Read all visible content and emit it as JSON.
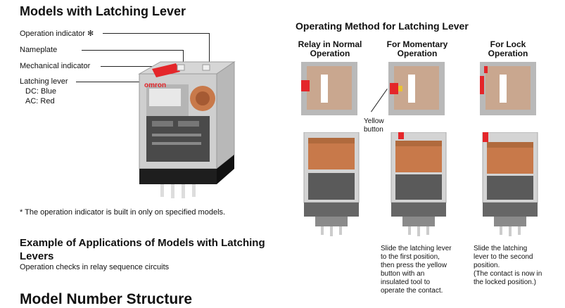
{
  "left": {
    "title": "Models with Latching Lever",
    "callouts": {
      "operation_indicator": "Operation indicator ✻",
      "nameplate": "Nameplate",
      "mechanical_indicator": "Mechanical indicator",
      "latching_lever": "Latching lever",
      "dc": "DC: Blue",
      "ac": "AC: Red"
    },
    "relay_brand": "omron",
    "footnote": "* The operation indicator is built in only on specified models.",
    "example_title": "Example of Applications of Models with Latching Levers",
    "example_text": "Operation checks in relay sequence circuits",
    "model_title": "Model Number Structure"
  },
  "right": {
    "title": "Operating Method for Latching Lever",
    "columns": [
      {
        "heading": "Relay in Normal Operation"
      },
      {
        "heading": "For Momentary Operation"
      },
      {
        "heading": "For Lock Operation"
      }
    ],
    "yellow_label": "Yellow button",
    "desc_momentary": [
      "Slide the latching lever",
      "to the first position,",
      "then press the yellow",
      "button with an",
      "insulated tool to",
      "operate the contact."
    ],
    "desc_lock": [
      "Slide the latching",
      "lever to the second",
      "position.",
      "(The contact is now in",
      "the locked position.)"
    ]
  },
  "colors": {
    "lever_red": "#e4262a",
    "coil_copper": "#c8794a"
  }
}
